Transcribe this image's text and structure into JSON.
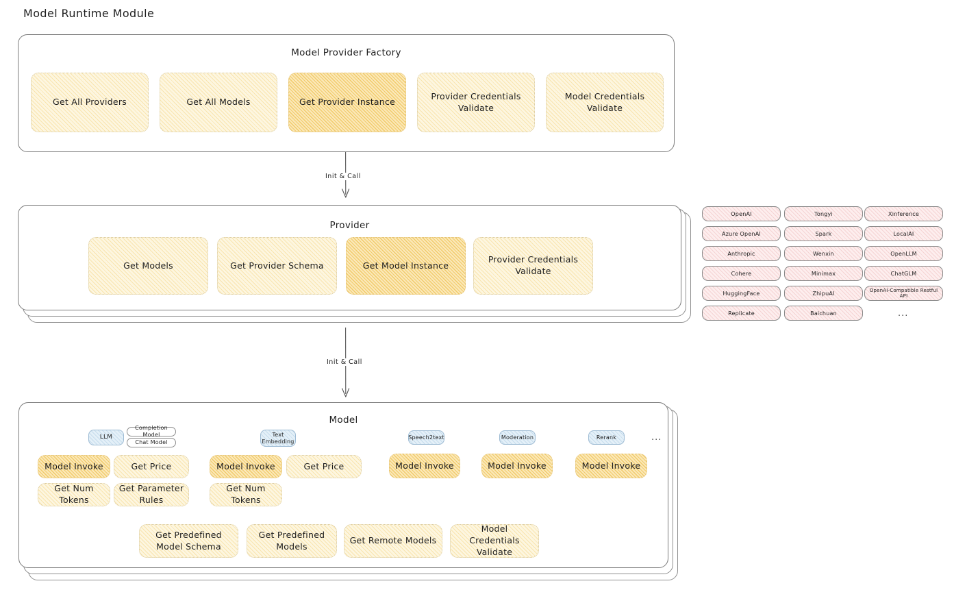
{
  "title": "Model Runtime Module",
  "colors": {
    "node_fill": "#fdf6e0",
    "node_fill_strong": "#fbe8b8",
    "chip_fill": "#e4f0f8",
    "provider_chip_fill": "#fdeeee",
    "panel_border": "#7a7a7a",
    "text": "#1e1e1e"
  },
  "factory": {
    "title": "Model Provider Factory",
    "nodes": [
      {
        "label": "Get All Providers",
        "highlighted": false
      },
      {
        "label": "Get All Models",
        "highlighted": false
      },
      {
        "label": "Get Provider Instance",
        "highlighted": true
      },
      {
        "label": "Provider Credentials Validate",
        "highlighted": false
      },
      {
        "label": "Model Credentials Validate",
        "highlighted": false
      }
    ]
  },
  "arrows": [
    {
      "label": "Init & Call",
      "from": "Model Provider Factory",
      "to": "Provider"
    },
    {
      "label": "Init & Call",
      "from": "Provider",
      "to": "Model"
    }
  ],
  "provider": {
    "title": "Provider",
    "nodes": [
      {
        "label": "Get Models",
        "highlighted": false
      },
      {
        "label": "Get Provider Schema",
        "highlighted": false
      },
      {
        "label": "Get Model Instance",
        "highlighted": true
      },
      {
        "label": "Provider Credentials Validate",
        "highlighted": false
      }
    ]
  },
  "provider_list": {
    "columns": [
      [
        "OpenAI",
        "Azure OpenAI",
        "Anthropic",
        "Cohere",
        "HuggingFace",
        "Replicate"
      ],
      [
        "Tongyi",
        "Spark",
        "Wenxin",
        "Minimax",
        "ZhipuAI",
        "Baichuan"
      ],
      [
        "Xinference",
        "LocalAI",
        "OpenLLM",
        "ChatGLM",
        "OpenAI-Compatible Restful API"
      ]
    ],
    "more": "..."
  },
  "model": {
    "title": "Model",
    "more": "...",
    "types": [
      {
        "name": "LLM",
        "sub_types": [
          "Completion Model",
          "Chat Model"
        ],
        "methods": [
          {
            "label": "Model Invoke",
            "highlighted": true
          },
          {
            "label": "Get Price",
            "highlighted": false
          },
          {
            "label": "Get Num Tokens",
            "highlighted": false
          },
          {
            "label": "Get Parameter Rules",
            "highlighted": false
          }
        ]
      },
      {
        "name": "Text Embedding",
        "sub_types": [],
        "methods": [
          {
            "label": "Model Invoke",
            "highlighted": true
          },
          {
            "label": "Get Price",
            "highlighted": false
          },
          {
            "label": "Get Num Tokens",
            "highlighted": false
          }
        ]
      },
      {
        "name": "Speech2text",
        "sub_types": [],
        "methods": [
          {
            "label": "Model Invoke",
            "highlighted": true
          }
        ]
      },
      {
        "name": "Moderation",
        "sub_types": [],
        "methods": [
          {
            "label": "Model Invoke",
            "highlighted": true
          }
        ]
      },
      {
        "name": "Rerank",
        "sub_types": [],
        "methods": [
          {
            "label": "Model Invoke",
            "highlighted": true
          }
        ]
      }
    ],
    "shared_methods": [
      "Get Predefined Model Schema",
      "Get Predefined Models",
      "Get Remote Models",
      "Model Credentials Validate"
    ]
  }
}
